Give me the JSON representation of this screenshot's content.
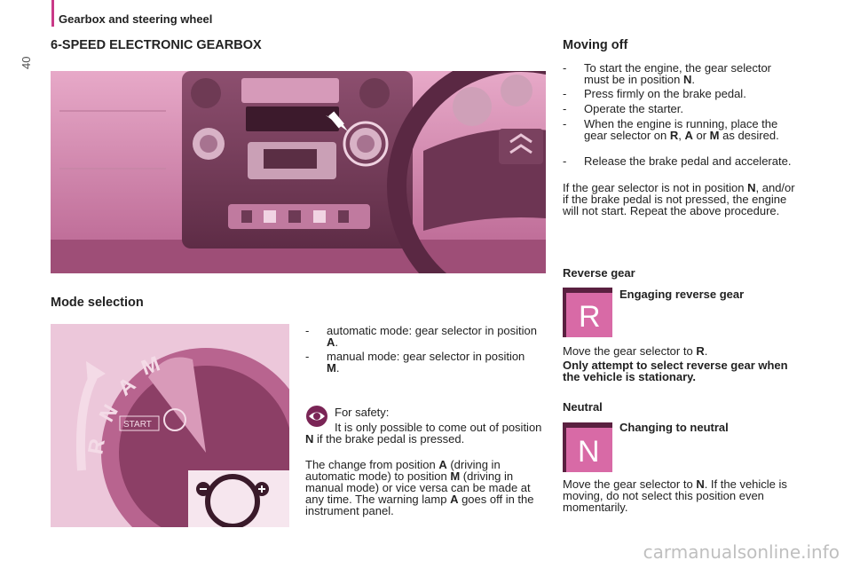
{
  "page_number": "40",
  "chapter_title": "Gearbox and steering wheel",
  "section_title": "6-SPEED ELECTRONIC GEARBOX",
  "mode_selection": {
    "title": "Mode selection",
    "items": [
      {
        "text": "automatic mode: gear selector in position ",
        "bold": "A",
        "end": "."
      },
      {
        "text": "manual mode: gear selector in position ",
        "bold": "M",
        "end": "."
      }
    ],
    "safety_intro": "For safety:",
    "safety_text_1": "It is only possible to come out of position ",
    "safety_bold_N": "N",
    "safety_text_2": " if the brake pedal is pressed.",
    "change_1": "The change from position ",
    "change_A": "A",
    "change_2": " (driving in automatic mode) to position ",
    "change_M": "M",
    "change_3": " (driving in manual mode) or vice versa can be made at any time. The warning lamp ",
    "change_A2": "A",
    "change_4": " goes off in the instrument panel.",
    "knob_letters": [
      "R",
      "N",
      "A",
      "M"
    ],
    "knob_start": "START"
  },
  "moving_off": {
    "title": "Moving off",
    "step1_a": "To start the engine, the gear selector must be in position ",
    "step1_b": "N",
    "step1_c": ".",
    "step2": "Press firmly on the brake pedal.",
    "step3": "Operate the starter.",
    "step4_a": "When the engine is running, place the gear selector on ",
    "step4_R": "R",
    "step4_sep1": ", ",
    "step4_A": "A",
    "step4_or": " or ",
    "step4_M": "M",
    "step4_c": " as desired.",
    "step5": "Release the brake pedal and accelerate.",
    "note_a": "If the gear selector is not in position ",
    "note_N": "N",
    "note_b": ", and/or if the brake pedal is not pressed, the engine will not start. Repeat the above procedure."
  },
  "reverse": {
    "title": "Reverse gear",
    "subtitle": "Engaging reverse gear",
    "icon_letter": "R",
    "move_a": "Move the gear selector to ",
    "move_R": "R",
    "move_c": ".",
    "warning": "Only attempt to select reverse gear when the vehicle is stationary."
  },
  "neutral": {
    "title": "Neutral",
    "subtitle": "Changing to neutral",
    "icon_letter": "N",
    "move_a": "Move the gear selector to ",
    "move_N": "N",
    "move_b": ". If the vehicle is moving, do not select this position even momentarily."
  },
  "footer": "carmanualsonline.info",
  "colors": {
    "accent": "#c93a88",
    "photo_tint": "#c86a98",
    "icon_bg": "#d86aa6"
  }
}
